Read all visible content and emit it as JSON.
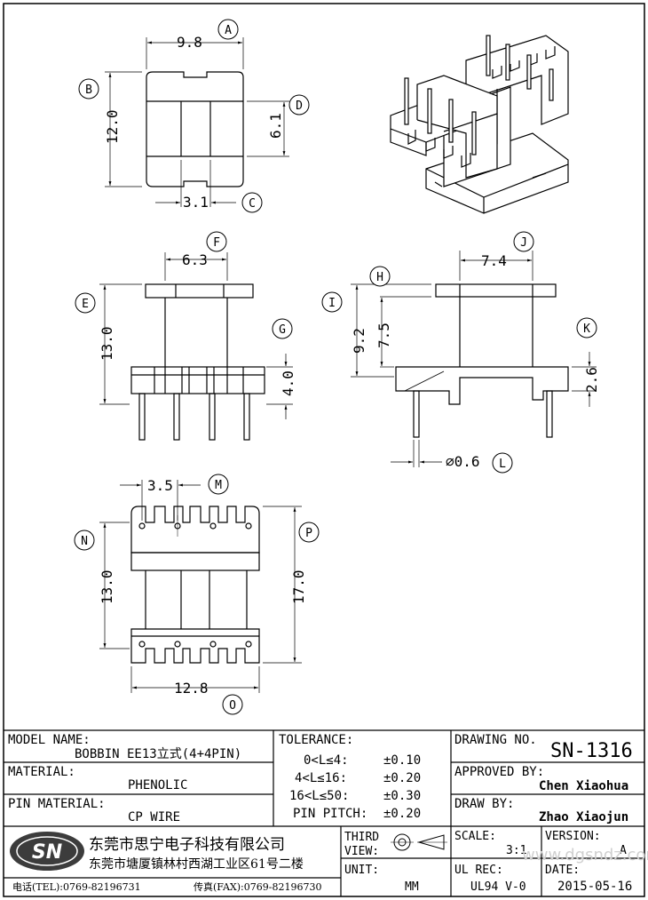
{
  "dims": {
    "A": {
      "callout": "A",
      "value": "9.8"
    },
    "B": {
      "callout": "B",
      "value": "12.0"
    },
    "C": {
      "callout": "C",
      "value": "3.1"
    },
    "D": {
      "callout": "D",
      "value": "6.1"
    },
    "E": {
      "callout": "E",
      "value": "13.0"
    },
    "F": {
      "callout": "F",
      "value": "6.3"
    },
    "G": {
      "callout": "G",
      "value": "4.0"
    },
    "H": {
      "callout": "H",
      "value": "7.5"
    },
    "I": {
      "callout": "I",
      "value": "9.2"
    },
    "J": {
      "callout": "J",
      "value": "7.4"
    },
    "K": {
      "callout": "K",
      "value": "2.6"
    },
    "L": {
      "callout": "L",
      "value": "⌀0.6"
    },
    "M": {
      "callout": "M",
      "value": "3.5"
    },
    "N": {
      "callout": "N",
      "value": "13.0"
    },
    "O": {
      "callout": "O",
      "value": "12.8"
    },
    "P": {
      "callout": "P",
      "value": "17.0"
    }
  },
  "title_block": {
    "model_name_label": "MODEL NAME:",
    "model_name": "BOBBIN EE13立式(4+4PIN)",
    "material_label": "MATERIAL:",
    "material": "PHENOLIC",
    "pin_material_label": "PIN MATERIAL:",
    "pin_material": "CP WIRE",
    "tolerance_label": "TOLERANCE:",
    "tolerance": [
      {
        "range": "0<L≤4:",
        "value": "±0.10"
      },
      {
        "range": "4<L≤16:",
        "value": "±0.20"
      },
      {
        "range": "16<L≤50:",
        "value": "±0.30"
      },
      {
        "range": "PIN PITCH:",
        "value": "±0.20"
      }
    ],
    "drawing_no_label": "DRAWING NO.",
    "drawing_no": "SN-1316",
    "approved_by_label": "APPROVED BY:",
    "approved_by": "Chen Xiaohua",
    "draw_by_label": "DRAW BY:",
    "draw_by": "Zhao Xiaojun",
    "logo": "SN",
    "company_name": "东莞市思宁电子科技有限公司",
    "company_address": "东莞市塘厦镇林村西湖工业区61号二楼",
    "phone": "电话(TEL):0769-82196731",
    "fax": "传真(FAX):0769-82196730",
    "third_view_label_1": "THIRD",
    "third_view_label_2": "VIEW:",
    "unit_label": "UNIT:",
    "unit": "MM",
    "scale_label": "SCALE:",
    "scale": "3:1",
    "version_label": "VERSION:",
    "version": "A",
    "ul_rec_label": "UL REC:",
    "ul_rec": "UL94 V-0",
    "date_label": "DATE:",
    "date": "2015-05-16",
    "watermark": "www.dgsndz.com"
  }
}
